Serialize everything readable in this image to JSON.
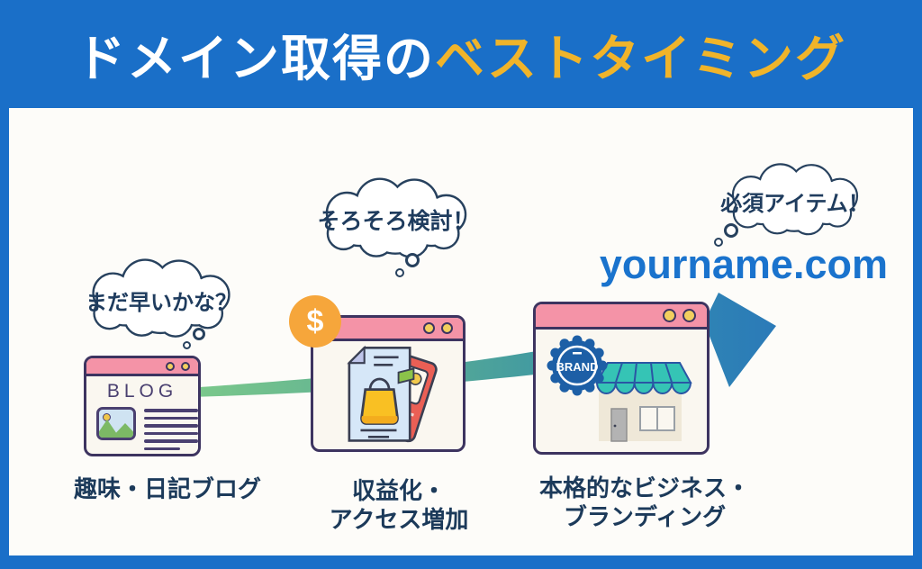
{
  "header": {
    "title_white": "ドメイン取得の",
    "title_yellow": "ベストタイミング"
  },
  "domain_text": "yourname.com",
  "stages": [
    {
      "bubble_text": "まだ早いかな？",
      "window_title": "BLOG",
      "label_lines": [
        "趣味・日記ブログ"
      ]
    },
    {
      "bubble_text": "そろそろ検討！",
      "price_badge": "$",
      "label_lines": [
        "収益化・",
        "アクセス増加"
      ]
    },
    {
      "bubble_text": "必須アイテム！",
      "brand_badge": "BRAND",
      "label_lines": [
        "本格的なビジネス・",
        "ブランディング"
      ]
    }
  ],
  "colors": {
    "header_bg": "#1a6fc8",
    "title_yellow": "#f0b42a",
    "domain_blue": "#1a73cd",
    "bubble_outline": "#27415e",
    "label_navy": "#1c3a5a",
    "window_pink": "#f493a7",
    "window_border": "#3d3460",
    "arrow_green": "#7cc98b",
    "arrow_teal": "#3f98a2",
    "arrow_blue": "#2b7ab8",
    "dollar_orange": "#f6a63b",
    "brand_blue": "#1d5fa6",
    "awning_teal": "#35c4b5"
  }
}
